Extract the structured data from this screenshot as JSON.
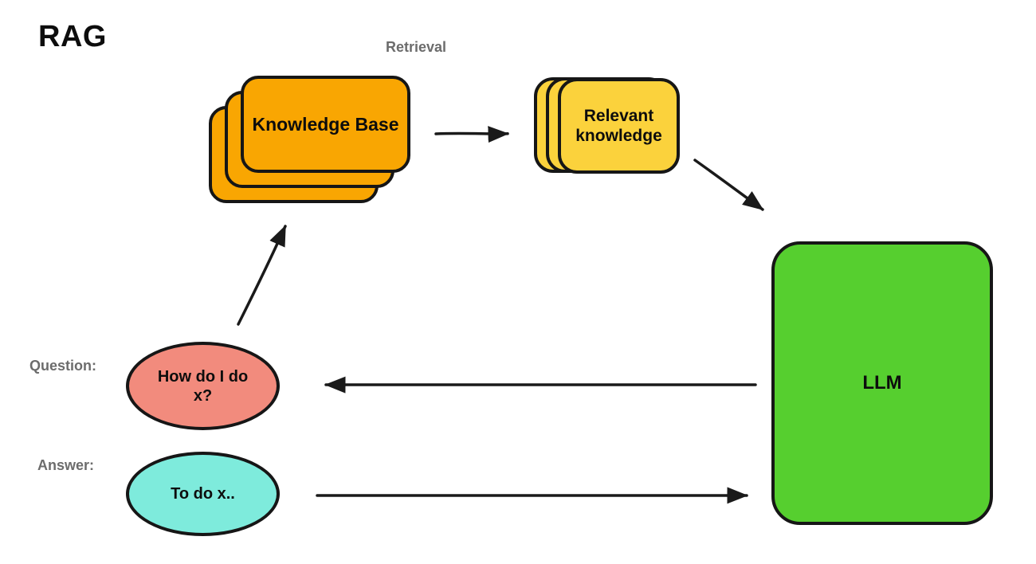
{
  "title": "RAG",
  "annotations": {
    "retrieval": "Retrieval",
    "question": "Question:",
    "answer": "Answer:"
  },
  "nodes": {
    "knowledge_base": {
      "label": "Knowledge Base",
      "shape": "stacked-cards",
      "color": "#F9A602"
    },
    "relevant_knowledge": {
      "label": "Relevant knowledge",
      "shape": "stacked-cards",
      "color": "#FBD23C"
    },
    "llm": {
      "label": "LLM",
      "shape": "rounded-rect",
      "color": "#56CF2F"
    },
    "question_bubble": {
      "label": "How do I do x?",
      "shape": "ellipse",
      "color": "#F28B7D"
    },
    "answer_bubble": {
      "label": "To do x..",
      "shape": "ellipse",
      "color": "#7EEBDC"
    }
  },
  "edges": [
    {
      "from": "knowledge_base",
      "to": "relevant_knowledge"
    },
    {
      "from": "relevant_knowledge",
      "to": "llm"
    },
    {
      "from": "question_bubble",
      "to": "knowledge_base"
    },
    {
      "from": "llm",
      "to": "question_bubble"
    },
    {
      "from": "answer_bubble",
      "to": "llm"
    }
  ],
  "colors": {
    "ink": "#1a1a1a",
    "muted_label": "#6c6c6c",
    "background": "#ffffff"
  }
}
